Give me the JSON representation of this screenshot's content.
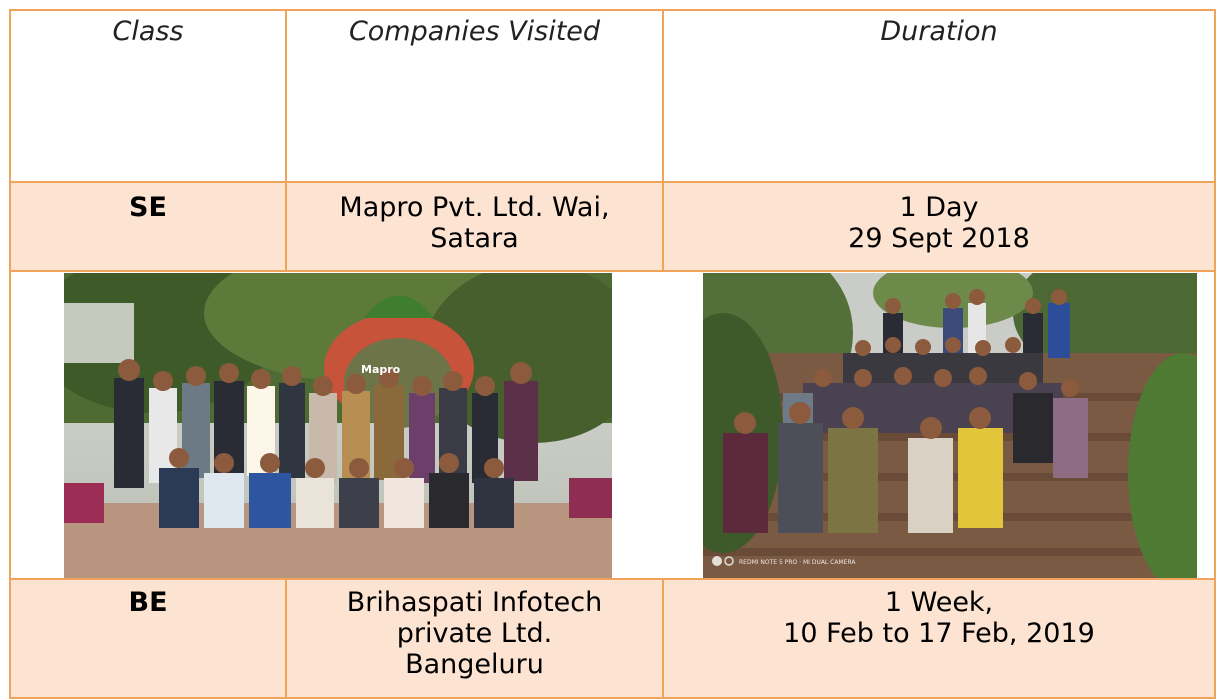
{
  "header": {
    "class_label": "Class",
    "companies_label": "Companies Visited",
    "duration_label": "Duration"
  },
  "rows": [
    {
      "class": "SE",
      "company_line1": "Mapro Pvt. Ltd. Wai,",
      "company_line2": "Satara",
      "duration_line1": "1 Day",
      "duration_line2": "29 Sept 2018"
    },
    {
      "class": "BE",
      "company_line1": "Brihaspati Infotech",
      "company_line2": "private Ltd.",
      "company_line3": "Bangeluru",
      "duration_line1": "1 Week,",
      "duration_line2": "10 Feb to 17 Feb, 2019"
    }
  ],
  "photos": {
    "left_sign_text": "Mapro",
    "right_watermark_text": "REDMI NOTE 5 PRO · MI DUAL CAMERA"
  },
  "colors": {
    "border": "#f0a35a",
    "row_fill": "#fce3d2"
  }
}
